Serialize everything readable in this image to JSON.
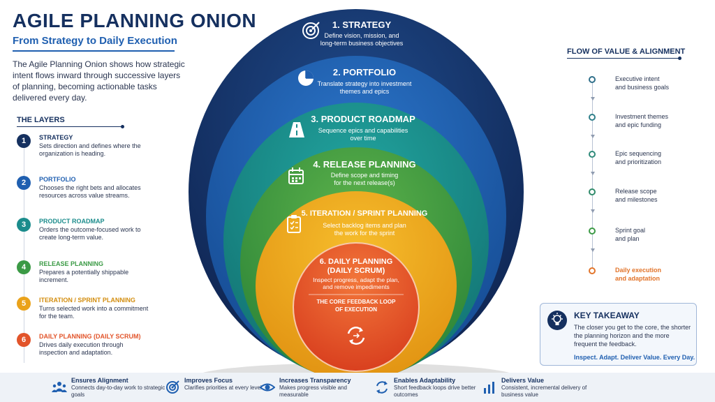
{
  "header": {
    "title": "AGILE PLANNING ONION",
    "subtitle": "From Strategy to Daily Execution",
    "intro": "The Agile Planning Onion shows how strategic intent flows inward through successive layers of planning, becoming actionable tasks delivered every day."
  },
  "layers": {
    "heading": "THE LAYERS",
    "items": [
      {
        "num": "1",
        "name": "STRATEGY",
        "desc": "Sets direction and defines where the organization is heading.",
        "color": "#15305f"
      },
      {
        "num": "2",
        "name": "PORTFOLIO",
        "desc": "Chooses the right bets and allocates resources across value streams.",
        "color": "#1f5fb0"
      },
      {
        "num": "3",
        "name": "PRODUCT ROADMAP",
        "desc": "Orders the outcome-focused work to create long-term value.",
        "color": "#1b8c8c"
      },
      {
        "num": "4",
        "name": "RELEASE PLANNING",
        "desc": "Prepares a potentially shippable increment.",
        "color": "#3b9a45"
      },
      {
        "num": "5",
        "name": "ITERATION / SPRINT PLANNING",
        "desc": "Turns selected work into a commitment for the team.",
        "color": "#eaa21a"
      },
      {
        "num": "6",
        "name": "DAILY PLANNING (DAILY SCRUM)",
        "desc": "Drives daily execution through inspection and adaptation.",
        "color": "#e2542a"
      }
    ]
  },
  "onion": {
    "rings": [
      {
        "title": "1. STRATEGY",
        "desc1": "Define vision, mission, and",
        "desc2": "long-term business objectives",
        "color": "#15305f",
        "icon": "target-icon"
      },
      {
        "title": "2. PORTFOLIO",
        "desc1": "Translate strategy into investment",
        "desc2": "themes and epics",
        "color": "#1f5fb0",
        "icon": "pie-chart-icon"
      },
      {
        "title": "3. PRODUCT ROADMAP",
        "desc1": "Sequence epics and capabilities",
        "desc2": "over time",
        "color": "#1b8c8c",
        "icon": "road-icon"
      },
      {
        "title": "4. RELEASE PLANNING",
        "desc1": "Define scope and timing",
        "desc2": "for the next release(s)",
        "color": "#3b9a45",
        "icon": "calendar-icon"
      },
      {
        "title": "5. ITERATION / SPRINT PLANNING",
        "desc1": "Select backlog items and plan",
        "desc2": "the work for the sprint",
        "color": "#eaa21a",
        "icon": "clipboard-icon"
      }
    ],
    "core": {
      "title1": "6. DAILY PLANNING",
      "title2": "(DAILY SCRUM)",
      "desc1": "Inspect progress, adapt the plan,",
      "desc2": "and remove impediments",
      "loop1": "THE CORE FEEDBACK LOOP",
      "loop2": "OF EXECUTION",
      "color": "#e2542a",
      "icon": "cycle-icon"
    }
  },
  "flow": {
    "heading": "FLOW OF VALUE & ALIGNMENT",
    "items": [
      {
        "line1": "Executive intent",
        "line2": "and business goals",
        "color": "#2f6f8a"
      },
      {
        "line1": "Investment themes",
        "line2": "and epic funding",
        "color": "#2f7f8a"
      },
      {
        "line1": "Epic sequencing",
        "line2": "and prioritization",
        "color": "#2f8a7a"
      },
      {
        "line1": "Release scope",
        "line2": "and milestones",
        "color": "#2f8a6a"
      },
      {
        "line1": "Sprint goal",
        "line2": "and plan",
        "color": "#3b9a45"
      },
      {
        "line1": "Daily execution",
        "line2": "and adaptation",
        "color": "#e2742a"
      }
    ]
  },
  "takeaway": {
    "title": "KEY TAKEAWAY",
    "text": "The closer you get to the core, the shorter the planning horizon and the more frequent the feedback.",
    "tagline": "Inspect. Adapt. Deliver Value. Every Day."
  },
  "benefits": [
    {
      "name": "Ensures Alignment",
      "desc": "Connects day-to-day work to strategic goals",
      "icon": "people-icon"
    },
    {
      "name": "Improves Focus",
      "desc": "Clarifies priorities at every level",
      "icon": "target-icon"
    },
    {
      "name": "Increases Transparency",
      "desc": "Makes progress visible and measurable",
      "icon": "eye-icon"
    },
    {
      "name": "Enables Adaptability",
      "desc": "Short feedback loops drive better outcomes",
      "icon": "refresh-icon"
    },
    {
      "name": "Delivers Value",
      "desc": "Consistent, incremental delivery of business value",
      "icon": "bar-chart-icon"
    }
  ]
}
